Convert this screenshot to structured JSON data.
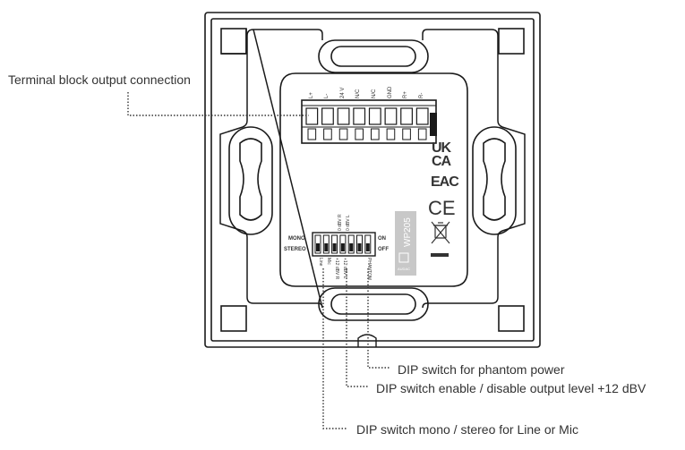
{
  "callouts": {
    "terminal": "Terminal block output connection",
    "phantom": "DIP switch for phantom power",
    "level": "DIP switch enable / disable output level +12 dBV",
    "mono": "DIP switch mono / stereo for Line or Mic"
  },
  "terminal_pins": [
    "L+",
    "L-",
    "24 V",
    "N/C",
    "N/C",
    "GND",
    "R+",
    "R-"
  ],
  "dip": {
    "mono_label": "MONO",
    "stereo_label": "STEREO",
    "on_label": "ON",
    "off_label": "OFF",
    "switch_labels": [
      "Line",
      "Mic",
      "+12 dBV R",
      "0 dBV R",
      "+12 dBV L",
      "0 dBV L",
      "PHANTOM"
    ]
  },
  "marks": {
    "ukca_top": "UK",
    "ukca_bottom": "CA",
    "eac": "EAC",
    "ce": "CE"
  },
  "label_panel": {
    "model": "WP205",
    "brand": "AUDAC"
  },
  "colors": {
    "line": "#1a1a1a",
    "label_panel": "#c8c8c8",
    "text": "#333333"
  }
}
